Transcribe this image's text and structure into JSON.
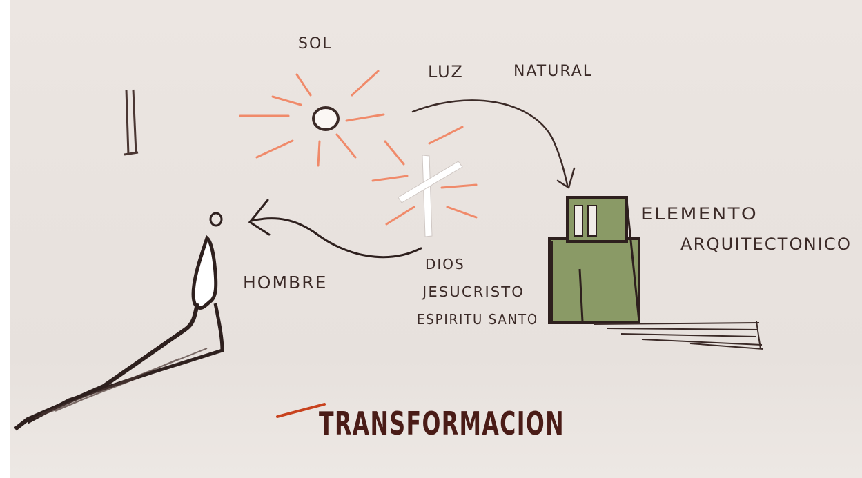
{
  "labels": {
    "sun": "SOL",
    "light": "LUZ",
    "natural": "NATURAL",
    "man": "HOMBRE",
    "god_line1": "DIOS",
    "god_line2": "JESUCRISTO",
    "god_line3": "ESPIRITU SANTO",
    "element_line1": "ELEMENTO",
    "element_line2": "ARQUITECTONICO",
    "title": "TRANSFORMACION"
  },
  "colors": {
    "paper": "#e9e3df",
    "ink": "#3b2a27",
    "ray": "#f08a6a",
    "building": "#8a9a66",
    "cross": "#ffffff",
    "title_accent": "#c8421e"
  }
}
